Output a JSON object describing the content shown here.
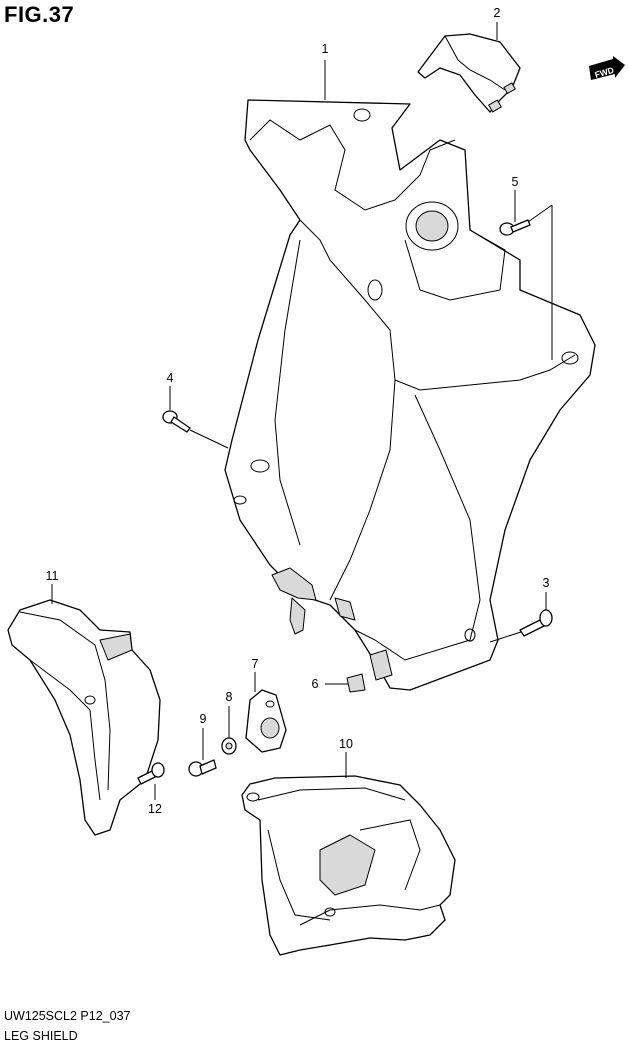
{
  "figure": {
    "title": "FIG.37",
    "code": "UW125SCL2 P12_037",
    "name": "LEG SHIELD",
    "direction_badge": "FWD"
  },
  "callouts": [
    {
      "id": "1",
      "label": "1"
    },
    {
      "id": "2",
      "label": "2"
    },
    {
      "id": "3",
      "label": "3"
    },
    {
      "id": "4",
      "label": "4"
    },
    {
      "id": "5",
      "label": "5"
    },
    {
      "id": "6",
      "label": "6"
    },
    {
      "id": "7",
      "label": "7"
    },
    {
      "id": "8",
      "label": "8"
    },
    {
      "id": "9",
      "label": "9"
    },
    {
      "id": "10",
      "label": "10"
    },
    {
      "id": "11",
      "label": "11"
    },
    {
      "id": "12",
      "label": "12"
    }
  ],
  "colors": {
    "line": "#000000",
    "shade": "#d9d9d9",
    "background": "#ffffff"
  }
}
